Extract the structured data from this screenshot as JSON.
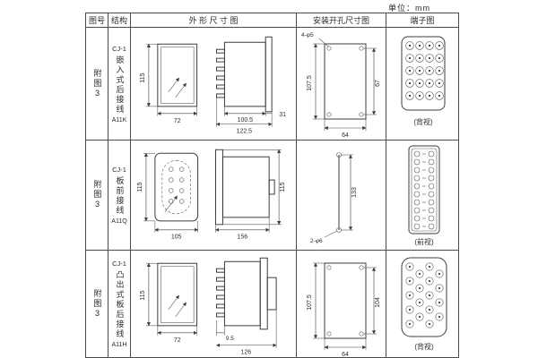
{
  "page": {
    "unit_label": "单位：mm"
  },
  "table": {
    "headers": {
      "fig": "图号",
      "structure": "结构",
      "outline": "外 形 尺 寸 图",
      "mounting": "安装开孔尺寸图",
      "terminal": "端子图"
    },
    "rows": [
      {
        "fig_no": "附图3",
        "model": "CJ-1",
        "structure": "嵌入式后接线",
        "code": "A11K",
        "outline": {
          "height": "115",
          "width": "72",
          "body_depth": "100.5",
          "total_depth": "122.5",
          "flange": "31"
        },
        "mounting": {
          "v1": "107.5",
          "v2": "67",
          "h1": "64",
          "holes": "4-φ5"
        },
        "terminal_view": "(背视)"
      },
      {
        "fig_no": "附图3",
        "model": "CJ-1",
        "structure": "板前接线",
        "code": "A11Q",
        "outline": {
          "height": "115",
          "width": "105",
          "depth": "156",
          "side_height": "115"
        },
        "mounting": {
          "v1": "133",
          "holes": "2-φ6"
        },
        "terminal_view": "(前视)"
      },
      {
        "fig_no": "附图3",
        "model": "CJ-1",
        "structure": "凸出式板后接线",
        "code": "A11H",
        "outline": {
          "height": "115",
          "width": "72",
          "pin_depth": "9.5",
          "total_depth": "126"
        },
        "mounting": {
          "v1": "107.5",
          "v2": "104",
          "h1": "64"
        },
        "terminal_view": "(背视)"
      }
    ]
  }
}
